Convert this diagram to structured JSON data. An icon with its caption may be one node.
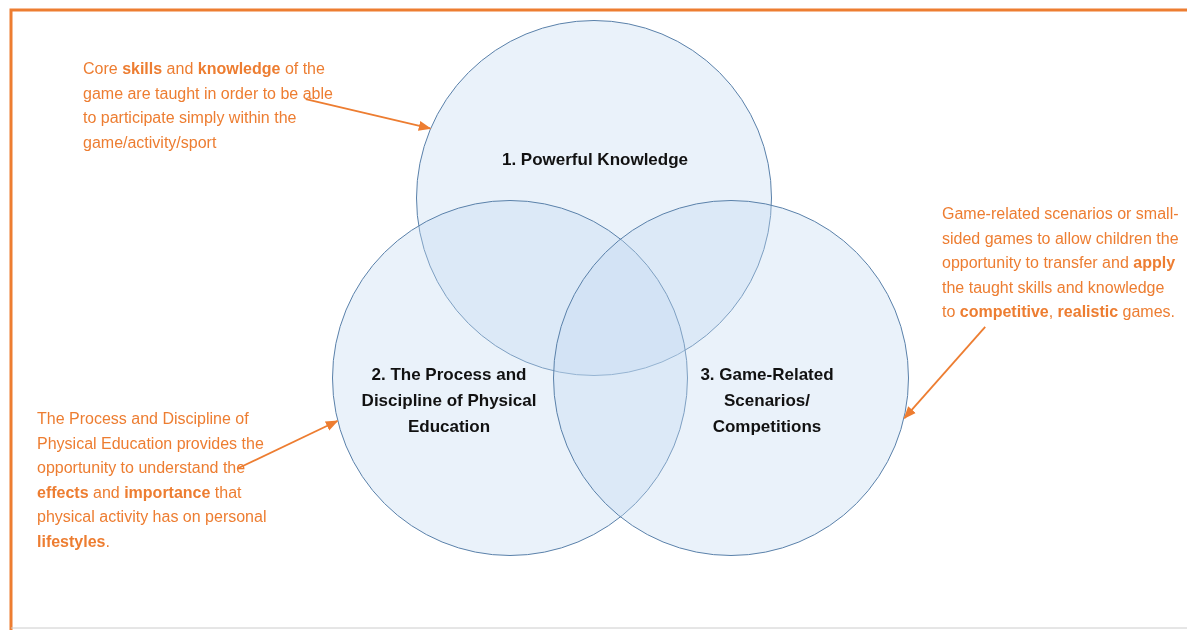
{
  "diagram": {
    "nodes": [
      {
        "text": [
          "Core **skills** and **knowledge** of the game are taught in order to be able to participate simply within the game/activity/sport"
        ]
      },
      {
        "text": [
          "1. Powerful Knowledge"
        ]
      },
      {
        "text": [
          "Game-related scenarios or small-sided games to allow children the opportunity to transfer and **apply** the taught skills and knowledge to **competitive**, **realistic** games."
        ]
      },
      {
        "text": [
          "2. The Process and Discipline of Physical Education"
        ]
      },
      {
        "text": [
          "3. Game-Related Scenarios/ Competitions"
        ]
      },
      {
        "text": [
          "The Process and Discipline of Physical Education provides the opportunity to understand the **effects** and **importance** that physical activity has on personal **lifestyles**."
        ]
      }
    ],
    "edges": [
      {
        "from": 0,
        "to": 1,
        "arrow": "to"
      },
      {
        "from": 2,
        "to": 4,
        "arrow": "to"
      },
      {
        "from": 5,
        "to": 3,
        "arrow": "to"
      }
    ]
  }
}
